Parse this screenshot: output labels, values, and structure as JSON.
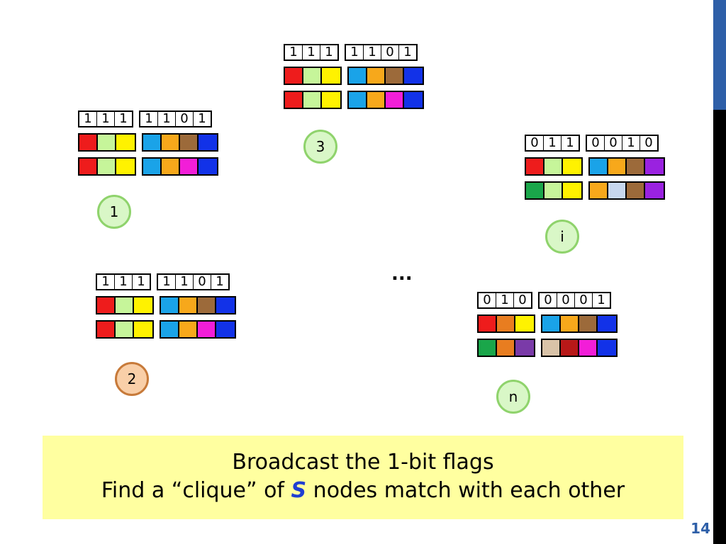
{
  "slide_number": "14",
  "ellipsis": "...",
  "caption": {
    "line1": "Broadcast the 1-bit flags",
    "line2_prefix": "Find a “clique” of ",
    "line2_var": "S",
    "line2_suffix": " nodes match with each other"
  },
  "nodes": {
    "n3": "3",
    "n1": "1",
    "ni": "i",
    "n2": "2",
    "nn": "n"
  },
  "colors": {
    "red": "#ee1c1c",
    "lightgreen": "#c6f59a",
    "yellow": "#fff200",
    "cyan": "#1aa3e8",
    "orange": "#f7a81b",
    "brown": "#9c6a3a",
    "blue": "#1232e8",
    "magenta": "#f21ed8",
    "purple": "#9a22e0",
    "green": "#1aa64a",
    "lightblue": "#c7d7ee",
    "darkorange": "#e87d20",
    "violet": "#7a3aa8",
    "tan": "#d9c3a8",
    "darkred": "#b81818",
    "highlight_node": "#f9cfa8"
  },
  "groups": [
    {
      "id": "g3",
      "bits": [
        [
          "1",
          "1",
          "1"
        ],
        [
          "1",
          "1",
          "0",
          "1"
        ]
      ],
      "rows": [
        [
          "red",
          "lightgreen",
          "yellow",
          "cyan",
          "orange",
          "brown",
          "blue"
        ],
        [
          "red",
          "lightgreen",
          "yellow",
          "cyan",
          "orange",
          "magenta",
          "blue"
        ]
      ]
    },
    {
      "id": "g1",
      "bits": [
        [
          "1",
          "1",
          "1"
        ],
        [
          "1",
          "1",
          "0",
          "1"
        ]
      ],
      "rows": [
        [
          "red",
          "lightgreen",
          "yellow",
          "cyan",
          "orange",
          "brown",
          "blue"
        ],
        [
          "red",
          "lightgreen",
          "yellow",
          "cyan",
          "orange",
          "magenta",
          "blue"
        ]
      ]
    },
    {
      "id": "gi",
      "bits": [
        [
          "0",
          "1",
          "1"
        ],
        [
          "0",
          "0",
          "1",
          "0"
        ]
      ],
      "rows": [
        [
          "red",
          "lightgreen",
          "yellow",
          "cyan",
          "orange",
          "brown",
          "purple"
        ],
        [
          "green",
          "lightgreen",
          "yellow",
          "orange",
          "lightblue",
          "brown",
          "purple"
        ]
      ]
    },
    {
      "id": "g2",
      "bits": [
        [
          "1",
          "1",
          "1"
        ],
        [
          "1",
          "1",
          "0",
          "1"
        ]
      ],
      "rows": [
        [
          "red",
          "lightgreen",
          "yellow",
          "cyan",
          "orange",
          "brown",
          "blue"
        ],
        [
          "red",
          "lightgreen",
          "yellow",
          "cyan",
          "orange",
          "magenta",
          "blue"
        ]
      ]
    },
    {
      "id": "gn",
      "bits": [
        [
          "0",
          "1",
          "0"
        ],
        [
          "0",
          "0",
          "0",
          "1"
        ]
      ],
      "rows": [
        [
          "red",
          "darkorange",
          "yellow",
          "cyan",
          "orange",
          "brown",
          "blue"
        ],
        [
          "green",
          "darkorange",
          "violet",
          "tan",
          "darkred",
          "magenta",
          "blue"
        ]
      ]
    }
  ]
}
